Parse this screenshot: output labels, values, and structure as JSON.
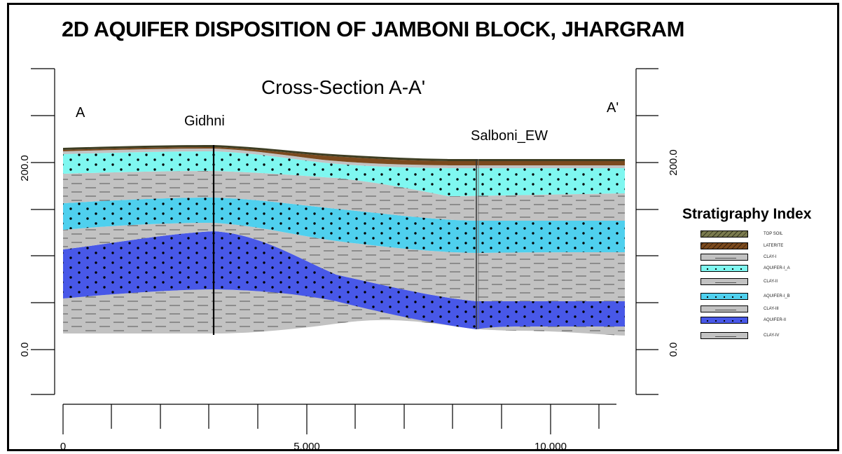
{
  "title": "2D AQUIFER DISPOSITION OF JAMBONI BLOCK, JHARGRAM",
  "section": {
    "subtitle": "Cross-Section A-A'",
    "end_left": "A",
    "end_right": "A'",
    "wells": [
      {
        "name": "Gidhni",
        "distance": 3100
      },
      {
        "name": "Salboni_EW",
        "distance": 8500
      }
    ],
    "x_ticks": [
      "0",
      "5,000",
      "10,000"
    ],
    "y_ticks": [
      "200.0",
      "0.0"
    ]
  },
  "legend": {
    "title": "Stratigraphy Index",
    "items": [
      {
        "label": "TOP SOIL",
        "color": "#7a7a4e",
        "pattern": "hatch"
      },
      {
        "label": "LATERITE",
        "color": "#7b4a1e",
        "pattern": "hatch"
      },
      {
        "label": "CLAY-I",
        "color": "#c2c2c2",
        "pattern": "dash"
      },
      {
        "label": "AQUIFER-I_A",
        "color": "#7ff7f0",
        "pattern": "dot"
      },
      {
        "label": "CLAY-II",
        "color": "#c2c2c2",
        "pattern": "dash"
      },
      {
        "label": "AQUIFER-I_B",
        "color": "#4fd0ee",
        "pattern": "dot"
      },
      {
        "label": "CLAY-III",
        "color": "#c2c2c2",
        "pattern": "dash"
      },
      {
        "label": "AQUIFER-II",
        "color": "#4858e8",
        "pattern": "dot"
      },
      {
        "label": "CLAY-IV",
        "color": "#c2c2c2",
        "pattern": "dash"
      }
    ]
  }
}
